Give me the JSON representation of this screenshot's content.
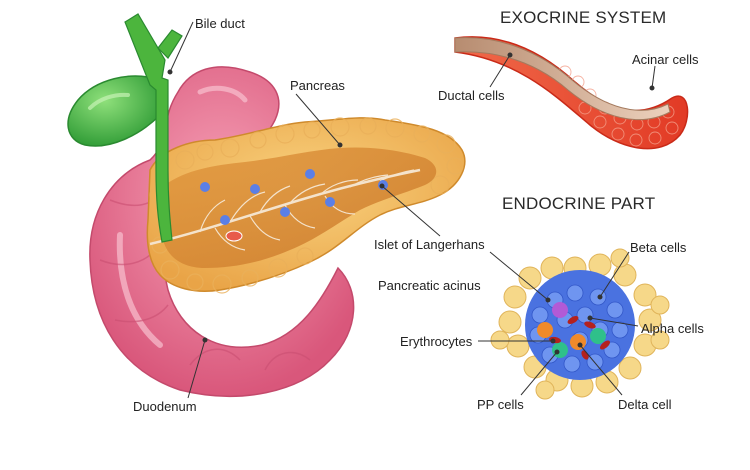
{
  "headings": {
    "exocrine": "EXOCRINE SYSTEM",
    "endocrine": "ENDOCRINE PART"
  },
  "labels": {
    "bile_duct": "Bile duct",
    "pancreas": "Pancreas",
    "duodenum": "Duodenum",
    "ductal_cells": "Ductal cells",
    "acinar_cells": "Acinar cells",
    "islet": "Islet of Langerhans",
    "pancreatic_acinus": "Pancreatic acinus",
    "erythrocytes": "Erythrocytes",
    "pp_cells": "PP cells",
    "beta_cells": "Beta cells",
    "alpha_cells": "Alpha cells",
    "delta_cell": "Delta cell"
  },
  "colors": {
    "duodenum": "#e9708f",
    "pancreas_outer": "#f5c46a",
    "pancreas_inner": "#d98a36",
    "gallbladder": "#4dbb4a",
    "acinar": "#e8452e",
    "duct": "#d9b49a",
    "islet_blue": "#3e6fe0"
  }
}
